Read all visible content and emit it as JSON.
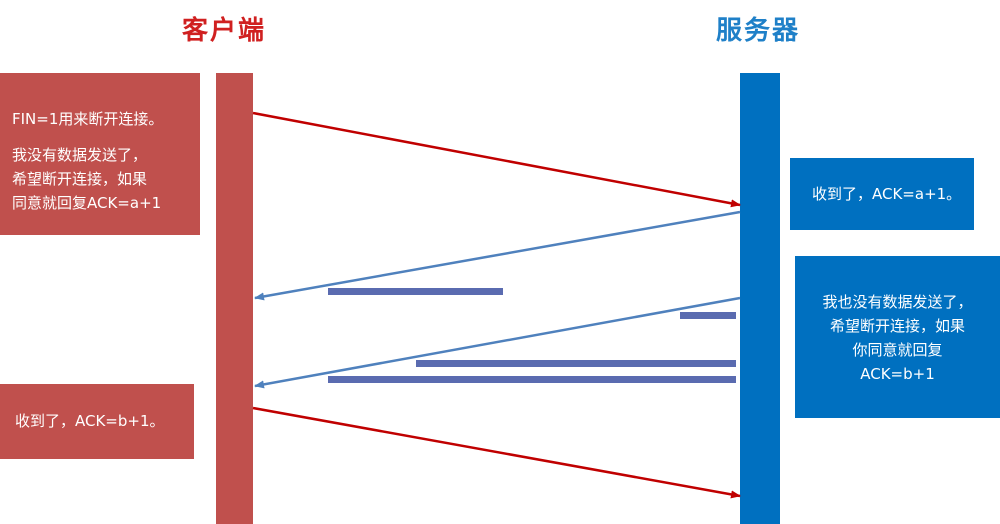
{
  "colors": {
    "client": "#c0504d",
    "server": "#0070c0",
    "client_title": "#d02020",
    "server_title": "#1f80c8",
    "arrow_red": "#c00000",
    "arrow_blue": "#4f81bd",
    "bar": "#5a6bb0"
  },
  "client": {
    "title": "客户端"
  },
  "server": {
    "title": "服务器"
  },
  "notes": {
    "fin1": {
      "line1": "FIN=1用来断开连接。",
      "line2": "我没有数据发送了，",
      "line3": "希望断开连接，如果",
      "line4": "同意就回复ACK=a+1"
    },
    "ack1": {
      "line1": "收到了，ACK=a+1。"
    },
    "fin2": {
      "line1": "我也没有数据发送了，",
      "line2": "希望断开连接，如果",
      "line3": "你同意就回复",
      "line4": "ACK=b+1"
    },
    "ack2": {
      "line1": "收到了，ACK=b+1。"
    }
  }
}
